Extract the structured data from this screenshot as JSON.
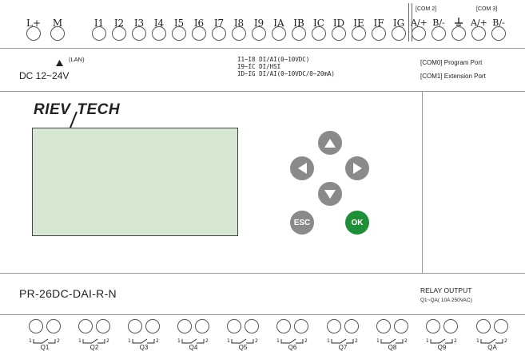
{
  "top_terminals": {
    "labels": [
      "L+",
      "M",
      "I1",
      "I2",
      "I3",
      "I4",
      "I5",
      "I6",
      "I7",
      "I8",
      "I9",
      "IA",
      "IB",
      "IC",
      "ID",
      "IE",
      "IF",
      "IG",
      "A/+",
      "B/-",
      "ground-icon",
      "A/+",
      "B/-"
    ],
    "com2_header": "[COM 2]",
    "com3_header": "[COM 3]"
  },
  "power": {
    "lan_label": "(LAN)",
    "voltage": "DC 12~24V"
  },
  "input_spec": {
    "line1": "I1~I8 DI/AI(0~10VDC)",
    "line2": "I9~IC DI/HSI",
    "line3": "ID~IG DI/AI(0~10VDC/0~20mA)"
  },
  "ports": {
    "com0": "[COM0] Program Port",
    "com1": "[COM1] Extension Port"
  },
  "brand": {
    "left": "RIEV",
    "right": "TECH"
  },
  "keypad": {
    "esc": "ESC",
    "ok": "OK",
    "ok_color": "#1f8f3a",
    "key_color": "#8a8a8a"
  },
  "display": {
    "lcd_color": "#d7e8d2"
  },
  "model": "PR-26DC-DAI-R-N",
  "relay": {
    "title": "RELAY OUTPUT",
    "spec": "Q1~QA( 10A 250VAC)"
  },
  "outputs": {
    "labels": [
      "Q1",
      "Q2",
      "Q3",
      "Q4",
      "Q5",
      "Q6",
      "Q7",
      "Q8",
      "Q9",
      "QA"
    ],
    "contact_left": "1",
    "contact_right": "2"
  }
}
